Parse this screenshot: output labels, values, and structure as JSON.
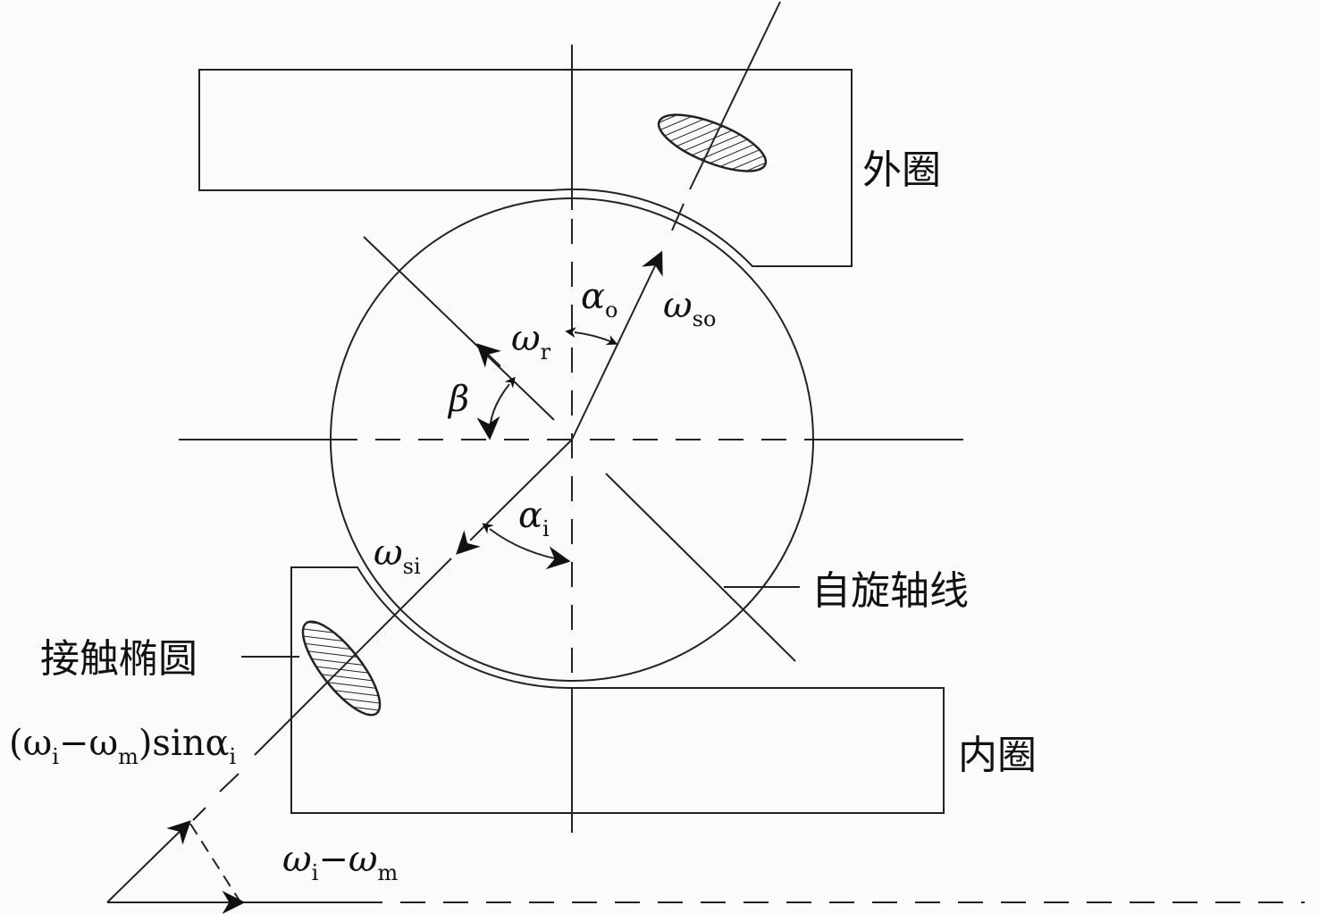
{
  "labels": {
    "outer_ring": "外圈",
    "inner_ring": "内圈",
    "spin_axis": "自旋轴线",
    "contact_ellipse": "接触椭圆"
  },
  "symbols": {
    "alpha_o": "α",
    "alpha_o_sub": "o",
    "omega_so": "ω",
    "omega_so_sub": "so",
    "omega_r": "ω",
    "omega_r_sub": "r",
    "beta": "β",
    "alpha_i": "α",
    "alpha_i_sub": "i",
    "omega_si": "ω",
    "omega_si_sub": "si",
    "sin_expr": "(ω",
    "sin_sub1": "i",
    "sin_mid": "−ω",
    "sin_sub2": "m",
    "sin_tail": ")sinα",
    "sin_sub3": "i",
    "diff_a": "ω",
    "diff_sub1": "i",
    "diff_mid": "−ω",
    "diff_sub2": "m"
  }
}
